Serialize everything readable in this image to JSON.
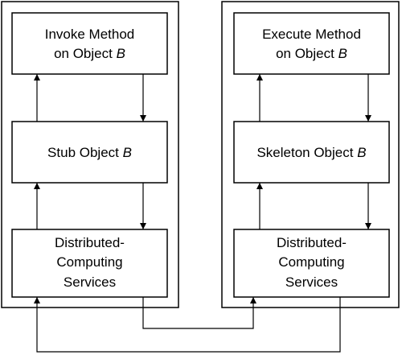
{
  "left": {
    "top_box": {
      "line1": "Invoke Method",
      "line2_prefix": "on Object ",
      "line2_var": "B"
    },
    "middle_box": {
      "prefix": "Stub Object ",
      "var": "B"
    },
    "bottom_box": {
      "line1": "Distributed-",
      "line2": "Computing",
      "line3": "Services"
    }
  },
  "right": {
    "top_box": {
      "line1": "Execute Method",
      "line2_prefix": "on Object ",
      "line2_var": "B"
    },
    "middle_box": {
      "prefix": "Skeleton Object ",
      "var": "B"
    },
    "bottom_box": {
      "line1": "Distributed-",
      "line2": "Computing",
      "line3": "Services"
    }
  }
}
